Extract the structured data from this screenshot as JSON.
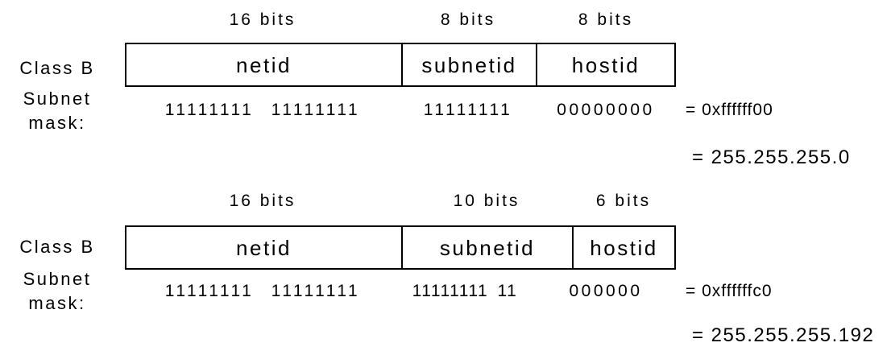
{
  "colors": {
    "background": "#ffffff",
    "text": "#000000",
    "border": "#000000"
  },
  "figures": [
    {
      "class_label": "Class B",
      "mask_label_line1": "Subnet",
      "mask_label_line2": "mask:",
      "fields": [
        {
          "bits": "16 bits",
          "name": "netid",
          "binary": "11111111 11111111"
        },
        {
          "bits": "8 bits",
          "name": "subnetid",
          "binary": "11111111"
        },
        {
          "bits": "8 bits",
          "name": "hostid",
          "binary": "00000000"
        }
      ],
      "hex_value": "= 0xffffff00",
      "decimal_value": "= 255.255.255.0"
    },
    {
      "class_label": "Class B",
      "mask_label_line1": "Subnet",
      "mask_label_line2": "mask:",
      "fields": [
        {
          "bits": "16 bits",
          "name": "netid",
          "binary": "11111111 11111111"
        },
        {
          "bits": "10 bits",
          "name": "subnetid",
          "binary": "11111111 11"
        },
        {
          "bits": "6 bits",
          "name": "hostid",
          "binary": "000000"
        }
      ],
      "hex_value": "= 0xffffffc0",
      "decimal_value": "= 255.255.255.192"
    }
  ]
}
